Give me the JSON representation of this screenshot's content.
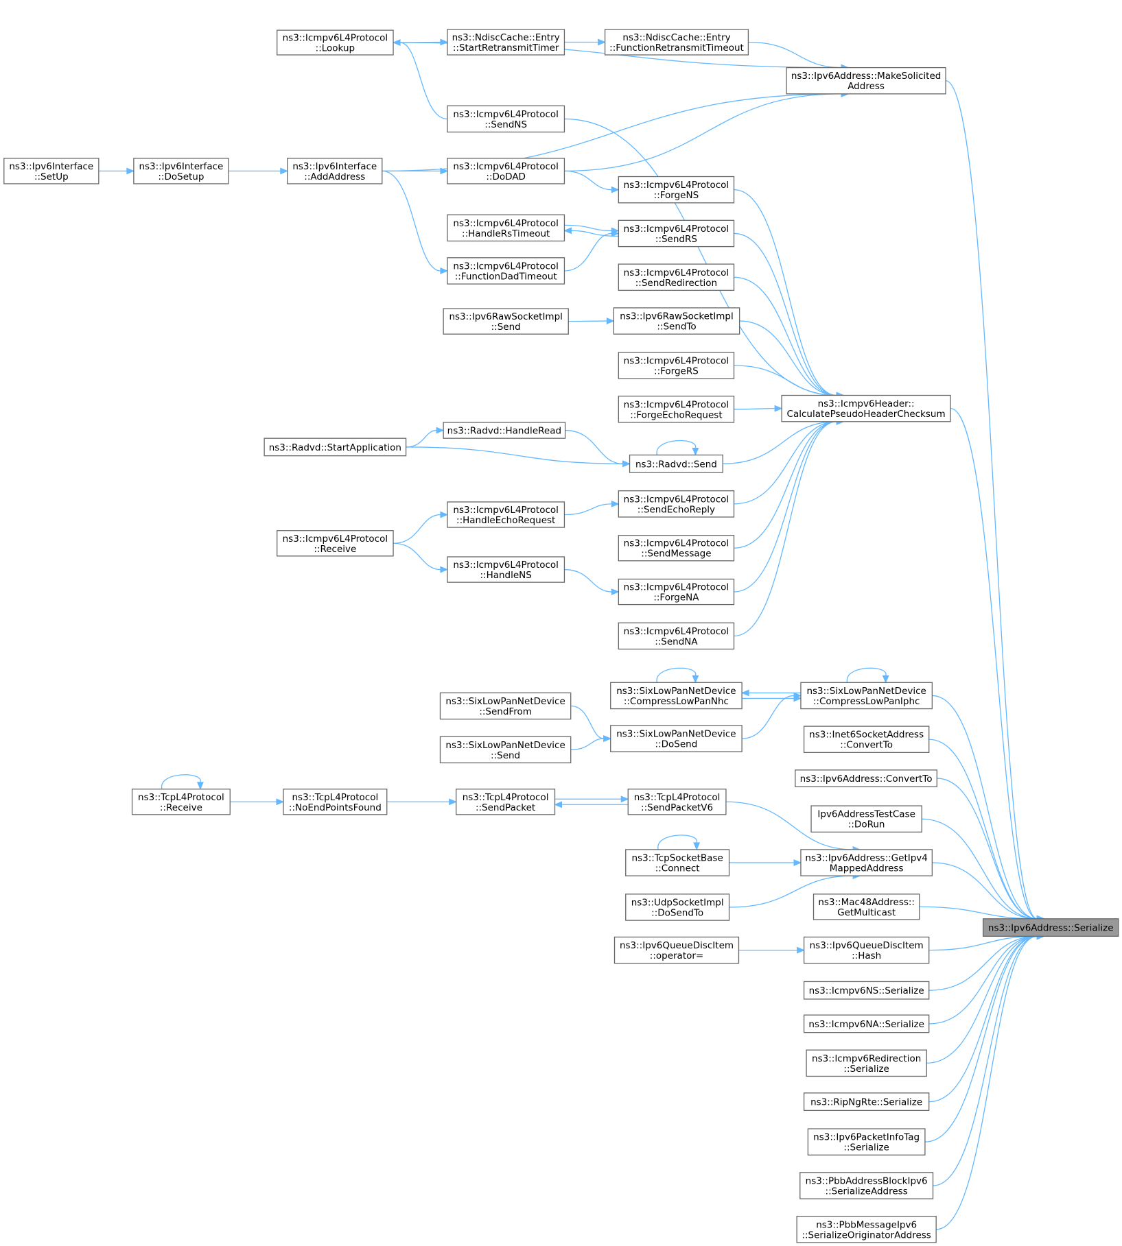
{
  "nodes": [
    {
      "id": "serialize",
      "lines": [
        "ns3::Ipv6Address::Serialize"
      ],
      "highlight": true
    },
    {
      "id": "makesolicited",
      "lines": [
        "ns3::Ipv6Address::MakeSolicited",
        "Address"
      ]
    },
    {
      "id": "calcpseudo",
      "lines": [
        "ns3::Icmpv6Header::",
        "CalculatePseudoHeaderChecksum"
      ]
    },
    {
      "id": "lookup",
      "lines": [
        "ns3::Icmpv6L4Protocol",
        "::Lookup"
      ]
    },
    {
      "id": "startretrans",
      "lines": [
        "ns3::NdiscCache::Entry",
        "::StartRetransmitTimer"
      ]
    },
    {
      "id": "funcretrans",
      "lines": [
        "ns3::NdiscCache::Entry",
        "::FunctionRetransmitTimeout"
      ]
    },
    {
      "id": "sendns",
      "lines": [
        "ns3::Icmpv6L4Protocol",
        "::SendNS"
      ]
    },
    {
      "id": "setup",
      "lines": [
        "ns3::Ipv6Interface",
        "::SetUp"
      ]
    },
    {
      "id": "dosetup",
      "lines": [
        "ns3::Ipv6Interface",
        "::DoSetup"
      ]
    },
    {
      "id": "addaddress",
      "lines": [
        "ns3::Ipv6Interface",
        "::AddAddress"
      ]
    },
    {
      "id": "dodad",
      "lines": [
        "ns3::Icmpv6L4Protocol",
        "::DoDAD"
      ]
    },
    {
      "id": "forgens",
      "lines": [
        "ns3::Icmpv6L4Protocol",
        "::ForgeNS"
      ]
    },
    {
      "id": "handlerstimeout",
      "lines": [
        "ns3::Icmpv6L4Protocol",
        "::HandleRsTimeout"
      ]
    },
    {
      "id": "sendrs",
      "lines": [
        "ns3::Icmpv6L4Protocol",
        "::SendRS"
      ]
    },
    {
      "id": "funcdadtimeout",
      "lines": [
        "ns3::Icmpv6L4Protocol",
        "::FunctionDadTimeout"
      ]
    },
    {
      "id": "sendredirection",
      "lines": [
        "ns3::Icmpv6L4Protocol",
        "::SendRedirection"
      ]
    },
    {
      "id": "rawsend",
      "lines": [
        "ns3::Ipv6RawSocketImpl",
        "::Send"
      ]
    },
    {
      "id": "rawsendto",
      "lines": [
        "ns3::Ipv6RawSocketImpl",
        "::SendTo"
      ]
    },
    {
      "id": "forgers",
      "lines": [
        "ns3::Icmpv6L4Protocol",
        "::ForgeRS"
      ]
    },
    {
      "id": "forgeecho",
      "lines": [
        "ns3::Icmpv6L4Protocol",
        "::ForgeEchoRequest"
      ]
    },
    {
      "id": "radvdhandleread",
      "lines": [
        "ns3::Radvd::HandleRead"
      ]
    },
    {
      "id": "radvdstartapp",
      "lines": [
        "ns3::Radvd::StartApplication"
      ]
    },
    {
      "id": "radvdsend",
      "lines": [
        "ns3::Radvd::Send"
      ]
    },
    {
      "id": "handleechoreq",
      "lines": [
        "ns3::Icmpv6L4Protocol",
        "::HandleEchoRequest"
      ]
    },
    {
      "id": "sendechoreply",
      "lines": [
        "ns3::Icmpv6L4Protocol",
        "::SendEchoReply"
      ]
    },
    {
      "id": "icmpreceive",
      "lines": [
        "ns3::Icmpv6L4Protocol",
        "::Receive"
      ]
    },
    {
      "id": "sendmessage",
      "lines": [
        "ns3::Icmpv6L4Protocol",
        "::SendMessage"
      ]
    },
    {
      "id": "handlens",
      "lines": [
        "ns3::Icmpv6L4Protocol",
        "::HandleNS"
      ]
    },
    {
      "id": "forgena",
      "lines": [
        "ns3::Icmpv6L4Protocol",
        "::ForgeNA"
      ]
    },
    {
      "id": "sendna",
      "lines": [
        "ns3::Icmpv6L4Protocol",
        "::SendNA"
      ]
    },
    {
      "id": "compressnhc",
      "lines": [
        "ns3::SixLowPanNetDevice",
        "::CompressLowPanNhc"
      ]
    },
    {
      "id": "compressiphc",
      "lines": [
        "ns3::SixLowPanNetDevice",
        "::CompressLowPanIphc"
      ]
    },
    {
      "id": "sixsendfrom",
      "lines": [
        "ns3::SixLowPanNetDevice",
        "::SendFrom"
      ]
    },
    {
      "id": "sixdosend",
      "lines": [
        "ns3::SixLowPanNetDevice",
        "::DoSend"
      ]
    },
    {
      "id": "sixsend",
      "lines": [
        "ns3::SixLowPanNetDevice",
        "::Send"
      ]
    },
    {
      "id": "inet6convertto",
      "lines": [
        "ns3::Inet6SocketAddress",
        "::ConvertTo"
      ]
    },
    {
      "id": "ipv6convertto",
      "lines": [
        "ns3::Ipv6Address::ConvertTo"
      ]
    },
    {
      "id": "tcpreceive",
      "lines": [
        "ns3::TcpL4Protocol",
        "::Receive"
      ]
    },
    {
      "id": "noendpoints",
      "lines": [
        "ns3::TcpL4Protocol",
        "::NoEndPointsFound"
      ]
    },
    {
      "id": "sendpacket",
      "lines": [
        "ns3::TcpL4Protocol",
        "::SendPacket"
      ]
    },
    {
      "id": "sendpacketv6",
      "lines": [
        "ns3::TcpL4Protocol",
        "::SendPacketV6"
      ]
    },
    {
      "id": "testdorun",
      "lines": [
        "Ipv6AddressTestCase",
        "::DoRun"
      ]
    },
    {
      "id": "tcpconnect",
      "lines": [
        "ns3::TcpSocketBase",
        "::Connect"
      ]
    },
    {
      "id": "getipv4mapped",
      "lines": [
        "ns3::Ipv6Address::GetIpv4",
        "MappedAddress"
      ]
    },
    {
      "id": "udpdosendto",
      "lines": [
        "ns3::UdpSocketImpl",
        "::DoSendTo"
      ]
    },
    {
      "id": "mac48multicast",
      "lines": [
        "ns3::Mac48Address::",
        "GetMulticast"
      ]
    },
    {
      "id": "qdoperator",
      "lines": [
        "ns3::Ipv6QueueDiscItem",
        "::operator="
      ]
    },
    {
      "id": "qdhash",
      "lines": [
        "ns3::Ipv6QueueDiscItem",
        "::Hash"
      ]
    },
    {
      "id": "nsserialize",
      "lines": [
        "ns3::Icmpv6NS::Serialize"
      ]
    },
    {
      "id": "naserialize",
      "lines": [
        "ns3::Icmpv6NA::Serialize"
      ]
    },
    {
      "id": "redirserialize",
      "lines": [
        "ns3::Icmpv6Redirection",
        "::Serialize"
      ]
    },
    {
      "id": "ripserialize",
      "lines": [
        "ns3::RipNgRte::Serialize"
      ]
    },
    {
      "id": "pktinfoserialize",
      "lines": [
        "ns3::Ipv6PacketInfoTag",
        "::Serialize"
      ]
    },
    {
      "id": "pbbaddrblock",
      "lines": [
        "ns3::PbbAddressBlockIpv6",
        "::SerializeAddress"
      ]
    },
    {
      "id": "pbbmsg",
      "lines": [
        "ns3::PbbMessageIpv6",
        "::SerializeOriginatorAddress"
      ]
    }
  ],
  "edges": [
    [
      "makesolicited",
      "serialize"
    ],
    [
      "calcpseudo",
      "serialize"
    ],
    [
      "compressiphc",
      "serialize"
    ],
    [
      "inet6convertto",
      "serialize"
    ],
    [
      "ipv6convertto",
      "serialize"
    ],
    [
      "testdorun",
      "serialize"
    ],
    [
      "getipv4mapped",
      "serialize"
    ],
    [
      "mac48multicast",
      "serialize"
    ],
    [
      "qdhash",
      "serialize"
    ],
    [
      "nsserialize",
      "serialize"
    ],
    [
      "naserialize",
      "serialize"
    ],
    [
      "redirserialize",
      "serialize"
    ],
    [
      "ripserialize",
      "serialize"
    ],
    [
      "pktinfoserialize",
      "serialize"
    ],
    [
      "pbbaddrblock",
      "serialize"
    ],
    [
      "pbbmsg",
      "serialize"
    ],
    [
      "lookup",
      "makesolicited"
    ],
    [
      "funcretrans",
      "makesolicited"
    ],
    [
      "addaddress",
      "makesolicited"
    ],
    [
      "dodad",
      "makesolicited"
    ],
    [
      "startretrans",
      "funcretrans"
    ],
    [
      "lookup",
      "startretrans"
    ],
    [
      "sendns",
      "lookup"
    ],
    [
      "setup",
      "dosetup"
    ],
    [
      "dosetup",
      "addaddress"
    ],
    [
      "addaddress",
      "dodad"
    ],
    [
      "addaddress",
      "funcdadtimeout"
    ],
    [
      "dodad",
      "forgens"
    ],
    [
      "sendrs",
      "handlerstimeout"
    ],
    [
      "handlerstimeout",
      "sendrs"
    ],
    [
      "funcdadtimeout",
      "sendrs"
    ],
    [
      "rawsend",
      "rawsendto"
    ],
    [
      "radvdstartapp",
      "radvdhandleread"
    ],
    [
      "radvdstartapp",
      "radvdsend"
    ],
    [
      "radvdhandleread",
      "radvdsend"
    ],
    [
      "radvdsend",
      "radvdsend"
    ],
    [
      "icmpreceive",
      "handleechoreq"
    ],
    [
      "icmpreceive",
      "handlens"
    ],
    [
      "handleechoreq",
      "sendechoreply"
    ],
    [
      "handlens",
      "forgena"
    ],
    [
      "sendns",
      "calcpseudo"
    ],
    [
      "forgens",
      "calcpseudo"
    ],
    [
      "sendrs",
      "calcpseudo"
    ],
    [
      "sendredirection",
      "calcpseudo"
    ],
    [
      "rawsendto",
      "calcpseudo"
    ],
    [
      "forgers",
      "calcpseudo"
    ],
    [
      "forgeecho",
      "calcpseudo"
    ],
    [
      "radvdsend",
      "calcpseudo"
    ],
    [
      "sendechoreply",
      "calcpseudo"
    ],
    [
      "sendmessage",
      "calcpseudo"
    ],
    [
      "forgena",
      "calcpseudo"
    ],
    [
      "sendna",
      "calcpseudo"
    ],
    [
      "compressnhc",
      "compressnhc"
    ],
    [
      "compressiphc",
      "compressiphc"
    ],
    [
      "compressiphc",
      "compressnhc"
    ],
    [
      "compressnhc",
      "compressiphc"
    ],
    [
      "sixdosend",
      "compressiphc"
    ],
    [
      "sixsendfrom",
      "sixdosend"
    ],
    [
      "sixsend",
      "sixdosend"
    ],
    [
      "tcpreceive",
      "tcpreceive"
    ],
    [
      "tcpreceive",
      "noendpoints"
    ],
    [
      "noendpoints",
      "sendpacket"
    ],
    [
      "sendpacket",
      "sendpacketv6"
    ],
    [
      "sendpacketv6",
      "sendpacket"
    ],
    [
      "sendpacketv6",
      "getipv4mapped"
    ],
    [
      "tcpconnect",
      "tcpconnect"
    ],
    [
      "tcpconnect",
      "getipv4mapped"
    ],
    [
      "udpdosendto",
      "getipv4mapped"
    ],
    [
      "qdoperator",
      "qdhash"
    ]
  ]
}
